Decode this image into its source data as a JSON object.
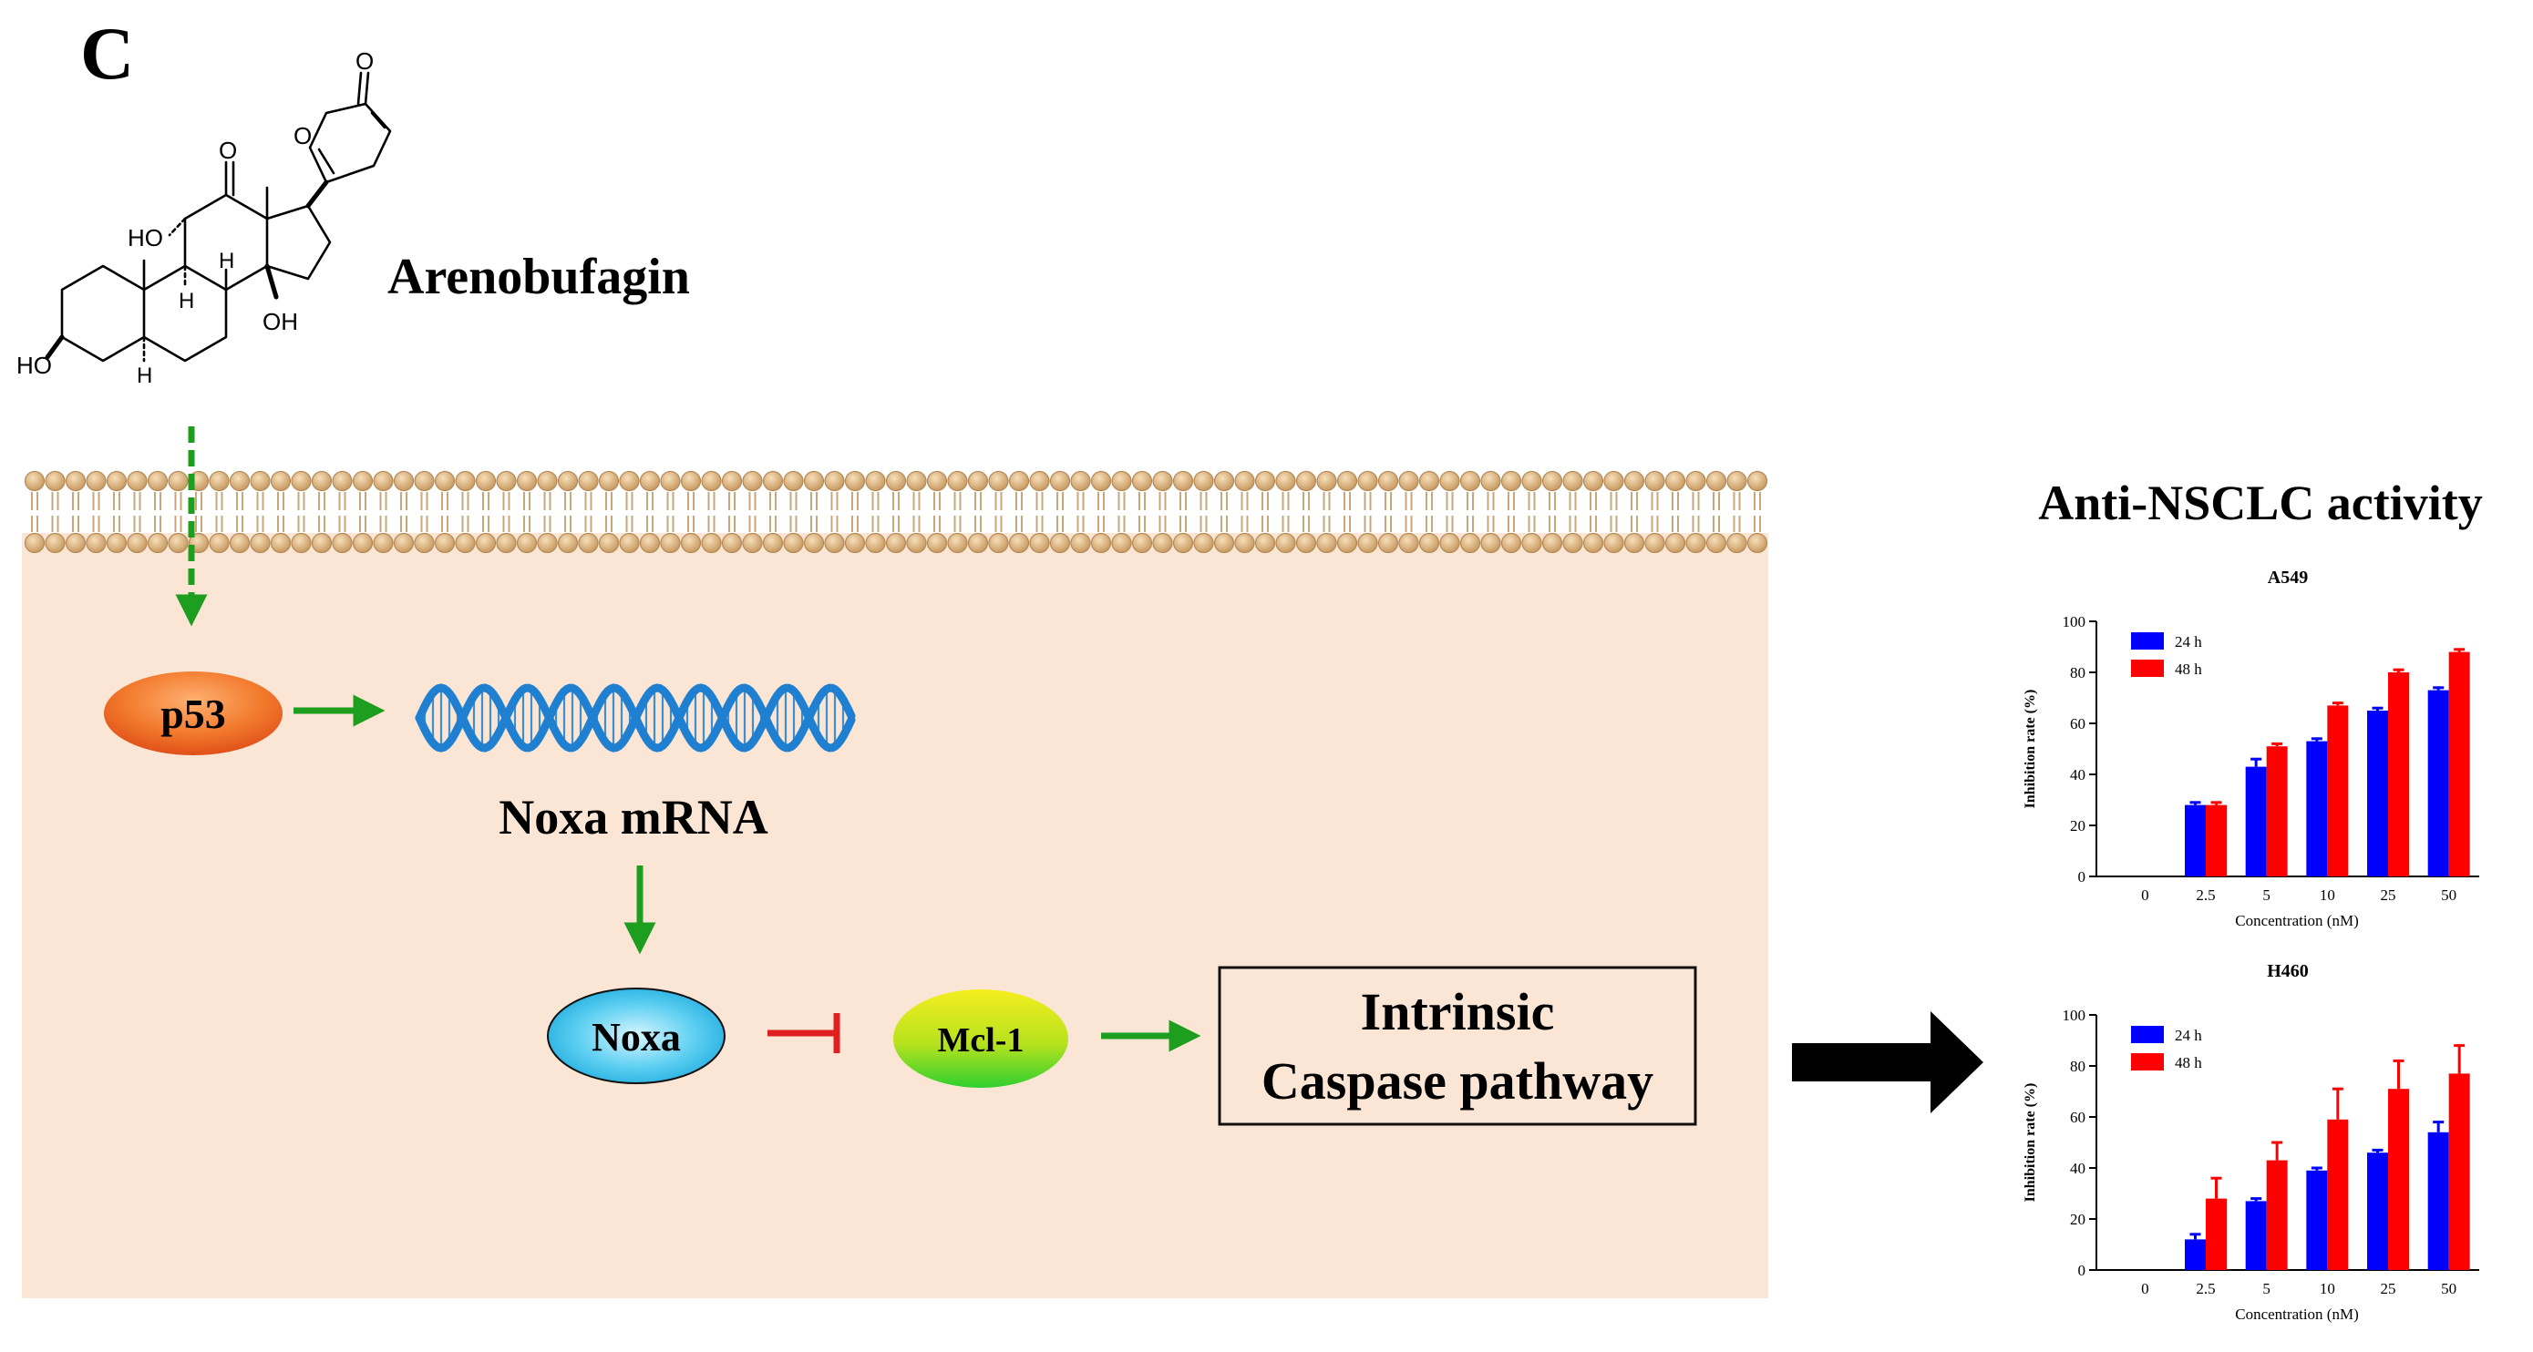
{
  "panel": {
    "label": "C"
  },
  "compound": {
    "name": "Arenobufagin",
    "atoms": {
      "o_lactone_ring": "O",
      "o_carbonyl_lactone": "O",
      "o_ketone": "O",
      "ho_11": "HO",
      "h_9": "H",
      "h_8": "H",
      "h_5": "H",
      "oh_14": "OH",
      "ho_3": "HO"
    }
  },
  "pathway": {
    "p53": "p53",
    "noxa_mrna": "Noxa mRNA",
    "noxa": "Noxa",
    "mcl1": "Mcl-1",
    "outcome_line1": "Intrinsic",
    "outcome_line2": "Caspase pathway"
  },
  "colors": {
    "cytoplasm": "#fbe6d6",
    "membrane_head": "#dcb585",
    "activation_arrow": "#1e9e1e",
    "inhibition": "#e02020",
    "dna": "#1f7fd0",
    "series_24h": "#0000ff",
    "series_48h": "#ff0000"
  },
  "activity": {
    "title": "Anti-NSCLC activity"
  },
  "chart_data": [
    {
      "type": "bar",
      "title": "A549",
      "xlabel": "Concentration (nM)",
      "ylabel": "Inhibition rate (%)",
      "categories": [
        "0",
        "2.5",
        "5",
        "10",
        "25",
        "50"
      ],
      "ylim": [
        0,
        100
      ],
      "yticks": [
        0,
        20,
        40,
        60,
        80,
        100
      ],
      "legend_position": "top-left",
      "series": [
        {
          "name": "24 h",
          "color": "#0000ff",
          "values": [
            0,
            28,
            43,
            53,
            65,
            73
          ],
          "errors": [
            0,
            1,
            3,
            1,
            1,
            1
          ]
        },
        {
          "name": "48 h",
          "color": "#ff0000",
          "values": [
            0,
            28,
            51,
            67,
            80,
            88
          ],
          "errors": [
            0,
            1,
            1,
            1,
            1,
            1
          ]
        }
      ]
    },
    {
      "type": "bar",
      "title": "H460",
      "xlabel": "Concentration (nM)",
      "ylabel": "Inhibition rate (%)",
      "categories": [
        "0",
        "2.5",
        "5",
        "10",
        "25",
        "50"
      ],
      "ylim": [
        0,
        100
      ],
      "yticks": [
        0,
        20,
        40,
        60,
        80,
        100
      ],
      "legend_position": "top-left",
      "series": [
        {
          "name": "24 h",
          "color": "#0000ff",
          "values": [
            0,
            12,
            27,
            39,
            46,
            54
          ],
          "errors": [
            0,
            2,
            1,
            1,
            1,
            4
          ]
        },
        {
          "name": "48 h",
          "color": "#ff0000",
          "values": [
            0,
            28,
            43,
            59,
            71,
            77
          ],
          "errors": [
            0,
            8,
            7,
            12,
            11,
            11
          ]
        }
      ]
    }
  ]
}
